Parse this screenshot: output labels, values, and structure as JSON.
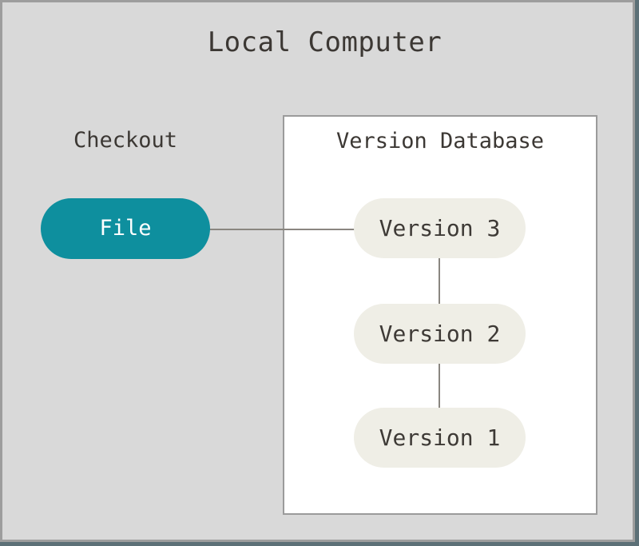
{
  "diagram": {
    "title": "Local Computer",
    "checkout": {
      "label": "Checkout",
      "file_node_label": "File"
    },
    "version_database": {
      "label": "Version Database",
      "nodes": [
        "Version 3",
        "Version 2",
        "Version 1"
      ]
    },
    "colors": {
      "background": "#d9d9d9",
      "frame_border": "#9d9d9d",
      "edge_accent": "#5c7077",
      "database_box_fill": "#ffffff",
      "database_box_border": "#9b9b9b",
      "file_node_fill": "#0e8f9e",
      "file_node_text": "#ffffff",
      "version_node_fill": "#efeee6",
      "text": "#3c3834",
      "connector": "#8a8680"
    }
  }
}
